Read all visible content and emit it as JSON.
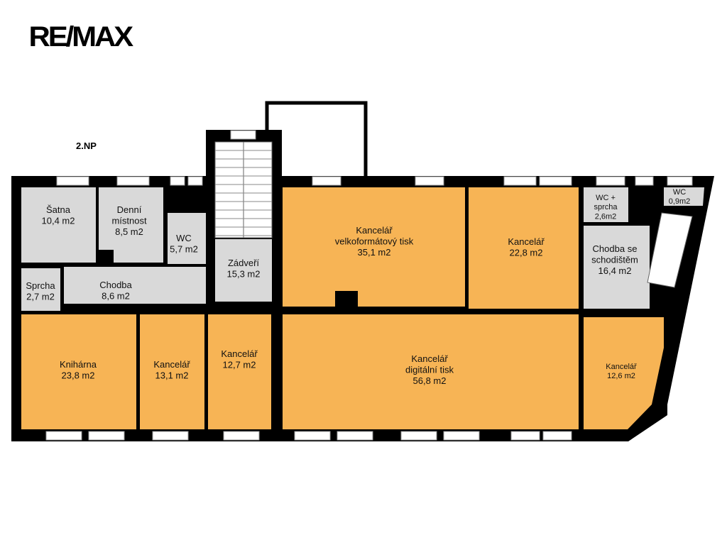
{
  "logo": "RE/MAX",
  "floor_label": "2.NP",
  "colors": {
    "office": "#f7b455",
    "service": "#d9d9d9",
    "wall": "#000000"
  },
  "rooms": [
    {
      "lines": [
        "Šatna",
        "10,4 m2"
      ]
    },
    {
      "lines": [
        "Denní",
        "místnost",
        "8,5 m2"
      ]
    },
    {
      "lines": [
        "WC",
        "5,7 m2"
      ]
    },
    {
      "lines": [
        "Sprcha",
        "2,7 m2"
      ]
    },
    {
      "lines": [
        "Chodba",
        "8,6 m2"
      ]
    },
    {
      "lines": [
        "Zádveří",
        "15,3 m2"
      ]
    },
    {
      "lines": [
        "Kancelář",
        "velkoformátový tisk",
        "35,1 m2"
      ]
    },
    {
      "lines": [
        "Kancelář",
        "22,8 m2"
      ]
    },
    {
      "lines": [
        "WC +",
        "sprcha",
        "2,6m2"
      ]
    },
    {
      "lines": [
        "WC",
        "0,9m2"
      ]
    },
    {
      "lines": [
        "Chodba se",
        "schodištěm",
        "16,4 m2"
      ]
    },
    {
      "lines": [
        "Knihárna",
        "23,8 m2"
      ]
    },
    {
      "lines": [
        "Kancelář",
        "13,1 m2"
      ]
    },
    {
      "lines": [
        "Kancelář",
        "12,7 m2"
      ]
    },
    {
      "lines": [
        "Kancelář",
        "digitální tisk",
        "56,8 m2"
      ]
    },
    {
      "lines": [
        "Kancelář",
        "12,6 m2"
      ]
    }
  ]
}
